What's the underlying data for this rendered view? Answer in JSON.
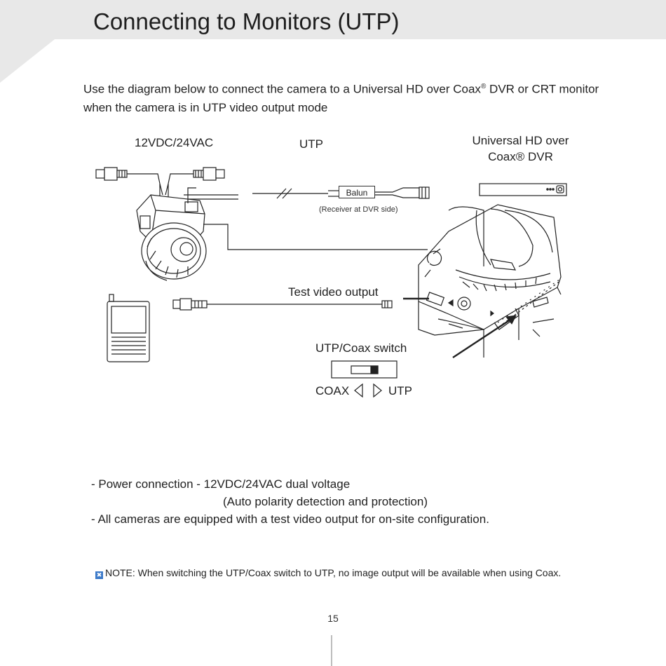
{
  "header": {
    "title": "Connecting to Monitors (UTP)"
  },
  "intro": {
    "part1": "Use the diagram below to connect the camera to a Universal HD over Coax",
    "registered": "®",
    "part2": " DVR or CRT monitor when the camera is in UTP video output mode"
  },
  "diagram": {
    "power_label": "12VDC/24VAC",
    "utp_label": "UTP",
    "dvr_label_line1": "Universal HD over",
    "dvr_label_line2": "Coax® DVR",
    "balun_label": "Balun",
    "receiver_label": "(Receiver at DVR side)",
    "test_video_label": "Test video output",
    "switch_label": "UTP/Coax switch",
    "coax_label": "COAX",
    "utp_side_label": "UTP",
    "icons": [
      "camera-icon",
      "monitor-icon",
      "dvr-icon",
      "bnc-connector-icon",
      "switch-icon"
    ]
  },
  "bullets": {
    "line1": "- Power connection - 12VDC/24VAC dual voltage",
    "line2": "(Auto polarity detection and protection)",
    "line3": "- All cameras are equipped with a test video output for on-site configuration."
  },
  "note": {
    "icon": "note-icon",
    "text": "NOTE: When switching the UTP/Coax switch to UTP, no image output will be available when using Coax."
  },
  "footer": {
    "page_number": "15"
  },
  "colors": {
    "header_band": "#e8e8e8",
    "note_icon": "#3c7ac9"
  }
}
